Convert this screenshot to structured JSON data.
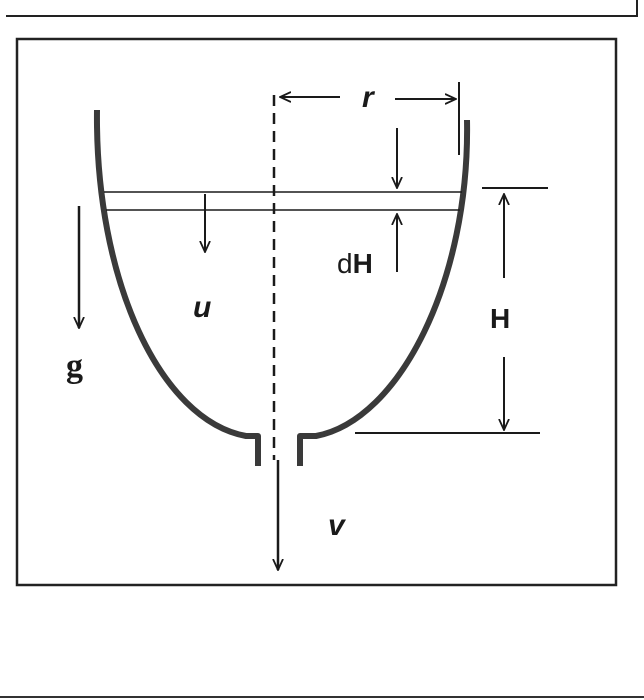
{
  "labels": {
    "r": "r",
    "dH_d": "d",
    "dH_H": "H",
    "u": "u",
    "g": "g",
    "H": "H",
    "v": "v"
  },
  "colors": {
    "ink": "#1a1a1a",
    "vessel": "#3a3a3a",
    "frame": "#222222",
    "paper": "#ffffff"
  }
}
